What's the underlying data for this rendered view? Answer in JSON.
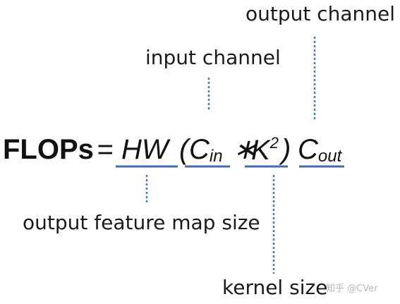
{
  "labels": {
    "output_channel": "output channel",
    "input_channel": "input channel",
    "output_feature_map_size": "output feature map size",
    "kernel_size": "kernel size"
  },
  "formula": {
    "lhs": "FLOPs",
    "equals": "=",
    "hw": "HW",
    "open_paren": "(",
    "c": "C",
    "in_sub": "in",
    "times": "∗",
    "k": "K",
    "k_sup": "2",
    "close_paren": ")",
    "c_out": "C",
    "out_sub": "out"
  },
  "watermark": "知乎 @CVer",
  "colors": {
    "underline": "#3f6fa8",
    "dotted": "#4a7bb7",
    "text": "#1a1a1a"
  }
}
